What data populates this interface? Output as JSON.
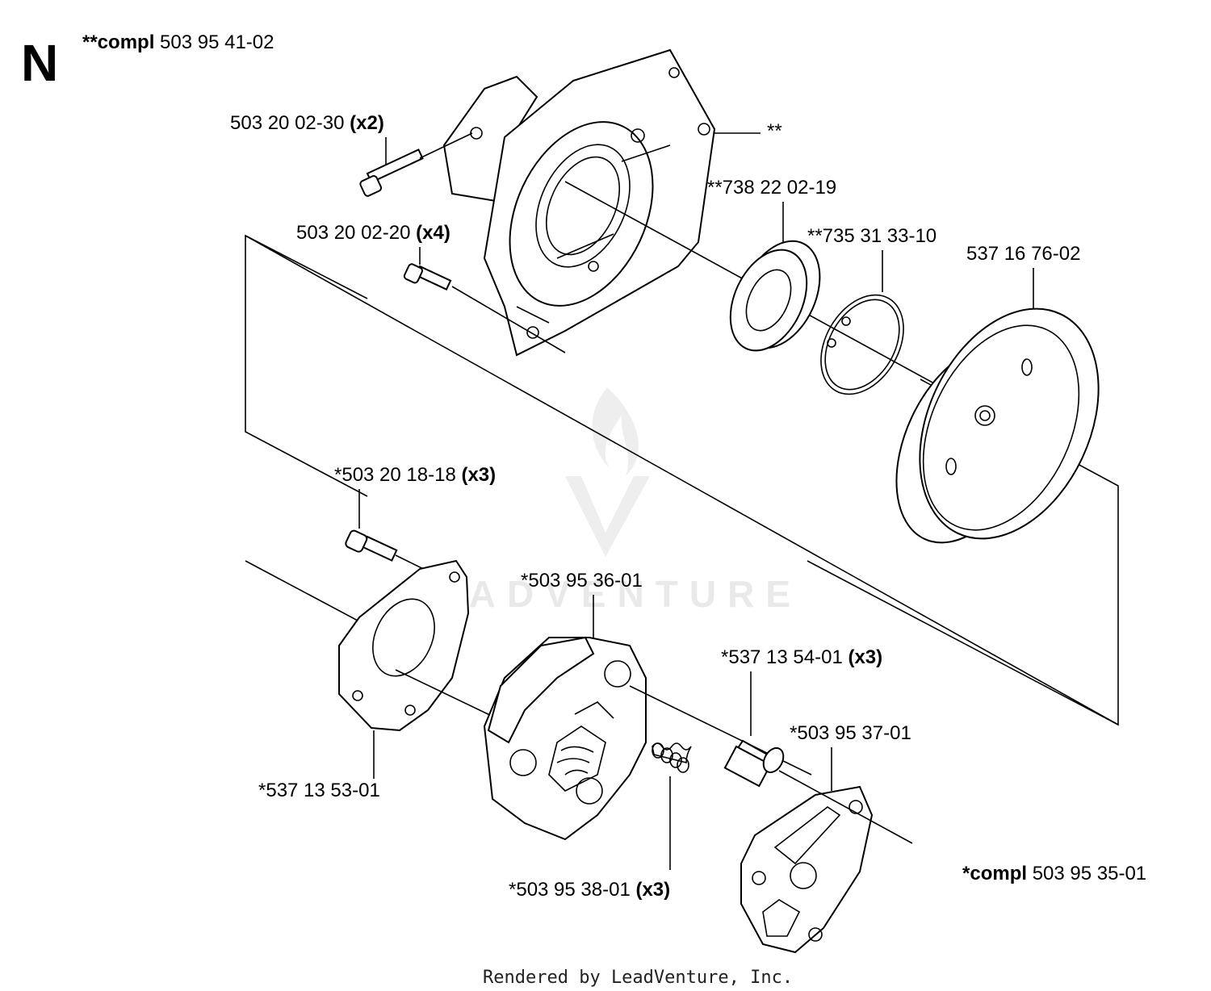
{
  "section_letter": "N",
  "watermark": "LEADVENTURE",
  "footer": "Rendered by LeadVenture, Inc.",
  "assemblies": {
    "upper": {
      "prefix": "**compl",
      "number": "503 95 41-02"
    },
    "lower": {
      "prefix": "*compl",
      "number": "503 95 35-01"
    }
  },
  "parts": {
    "housing_marker": "**",
    "screw_x2": {
      "number": "503 20 02-30",
      "qty": "(x2)"
    },
    "screw_x4": {
      "number": "503 20 02-20",
      "qty": "(x4)"
    },
    "bearing": {
      "number": "**738 22 02-19"
    },
    "circlip": {
      "number": "**735 31 33-10"
    },
    "drum": {
      "number": "537 16 76-02"
    },
    "shoulder_screw": {
      "number": "*503 20 18-18",
      "qty": "(x3)"
    },
    "clutch_shoes": {
      "number": "*503 95 36-01"
    },
    "front_plate": {
      "number": "*537 13 53-01"
    },
    "bushing": {
      "number": "*537 13 54-01",
      "qty": "(x3)"
    },
    "spring": {
      "number": "*503 95 38-01",
      "qty": "(x3)"
    },
    "hub": {
      "number": "*503 95 37-01"
    }
  }
}
